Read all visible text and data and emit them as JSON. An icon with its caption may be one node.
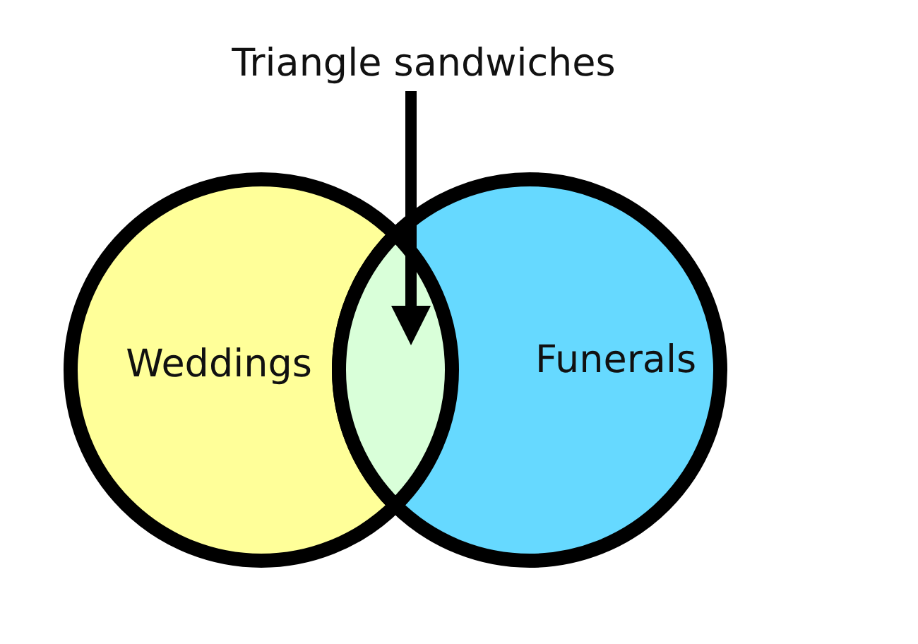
{
  "diagram": {
    "nodes": [
      {
        "text": [
          "Triangle sandwiches"
        ]
      },
      {
        "text": [
          "Weddings"
        ]
      },
      {
        "text": [
          "Funerals"
        ]
      },
      {
        "text": [],
        "shape": "lens"
      }
    ],
    "edges": [
      {
        "from": 0,
        "to": 3,
        "arrow": "to"
      }
    ]
  }
}
